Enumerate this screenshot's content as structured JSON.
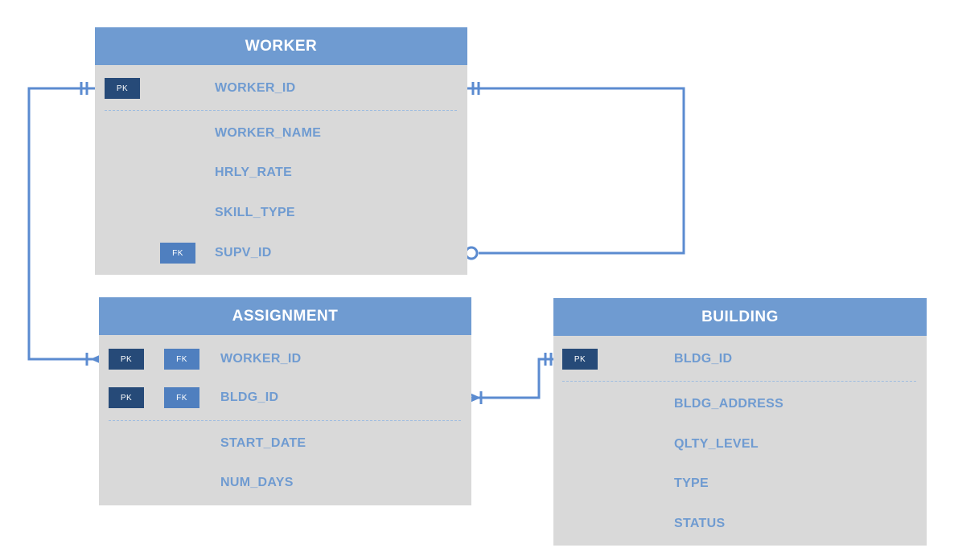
{
  "worker": {
    "title": "WORKER",
    "fields": {
      "worker_id": "WORKER_ID",
      "worker_name": "WORKER_NAME",
      "hrly_rate": "HRLY_RATE",
      "skill_type": "SKILL_TYPE",
      "supv_id": "SUPV_ID"
    }
  },
  "assignment": {
    "title": "ASSIGNMENT",
    "fields": {
      "worker_id": "WORKER_ID",
      "bldg_id": "BLDG_ID",
      "start_date": "START_DATE",
      "num_days": "NUM_DAYS"
    }
  },
  "building": {
    "title": "BUILDING",
    "fields": {
      "bldg_id": "BLDG_ID",
      "bldg_address": "BLDG_ADDRESS",
      "qlty_level": "QLTY_LEVEL",
      "type": "TYPE",
      "status": "STATUS"
    }
  },
  "badges": {
    "pk": "PK",
    "fk": "FK"
  },
  "colors": {
    "header": "#6f9bd1",
    "body": "#d9d9d9",
    "field_text": "#6f9bd1",
    "pk_badge": "#264a78",
    "fk_badge": "#4f7fbf",
    "connector": "#5b8bd0"
  }
}
